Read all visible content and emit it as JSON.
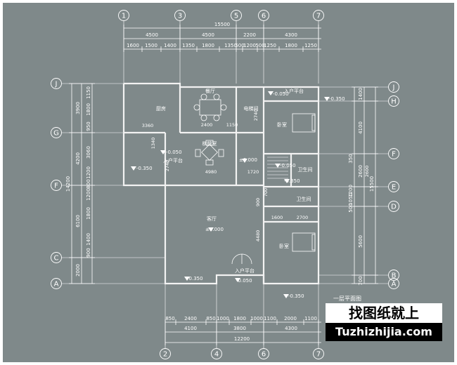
{
  "drawing": {
    "axes_top": [
      "1",
      "3",
      "5",
      "6",
      "7"
    ],
    "axes_bottom": [
      "2",
      "4",
      "6",
      "7"
    ],
    "axes_left": [
      "J",
      "G",
      "F",
      "C",
      "A"
    ],
    "axes_right": [
      "J",
      "H",
      "F",
      "E",
      "D",
      "B",
      "A"
    ],
    "dims_top_total": "15500",
    "dims_top_row2": [
      "4500",
      "4500",
      "2200",
      "4300"
    ],
    "dims_top_row3": [
      "1600",
      "1500",
      "1400",
      "1350",
      "1800",
      "1350",
      "500",
      "1200",
      "500",
      "1250",
      "1800",
      "1250"
    ],
    "dims_bottom_row1": [
      "850",
      "2400",
      "850",
      "1000",
      "1800",
      "1000",
      "1100",
      "2000",
      "1100"
    ],
    "dims_bottom_row2": [
      "4100",
      "3800",
      "4300"
    ],
    "dims_bottom_total": "12200",
    "dims_left_total": "14200",
    "dims_left_row2": [
      "3900",
      "4200",
      "6100",
      "2000"
    ],
    "dims_left_row3": [
      "1150",
      "1800",
      "950",
      "3060",
      "1200",
      "800",
      "1200",
      "1800",
      "1400",
      "900"
    ],
    "dims_right_total": "15500",
    "dims_right_row1": [
      "1400",
      "4100",
      "2600",
      "5600",
      "700"
    ],
    "dims_right_row2": [
      "350",
      "1200",
      "1050",
      "500"
    ],
    "rooms": {
      "kitchen": "厨房",
      "dining": "餐厅",
      "elevator": "电梯间",
      "mahjong": "棋牌室",
      "bedroom1": "卧室",
      "bathroom": "卫生间",
      "bathroom2": "卫生间",
      "living": "客厅",
      "bedroom2": "卧室",
      "entry_platform_top": "入户平台",
      "entry_platform_left": "入户平台",
      "entry_platform_bottom": "入户平台"
    },
    "levels": {
      "top_right": "-0.050",
      "far_right": "-0.350",
      "left": "-0.350",
      "left_inner": "-0.050",
      "mahjong": "±0.000",
      "living": "±0.000",
      "stair1": "-0.050",
      "stair2": "-0.350",
      "entry": "-0.050",
      "bottom_left": "-0.350",
      "bottom_right": "-0.350"
    },
    "room_dims": {
      "kitchen_w": "3360",
      "d2400a": "2400",
      "d1150": "1150",
      "d4980": "4980",
      "d1720": "1720",
      "d2740a": "2740",
      "d2740b": "2740",
      "d1600": "1600",
      "d2700": "2700",
      "d4480": "4480",
      "d900": "900",
      "d700": "700",
      "d1340": "1340",
      "d2600": "2600"
    },
    "plan_title": "一层平面图"
  },
  "watermark": {
    "cn": "找图纸就上",
    "url": "Tuzhizhijia.com"
  },
  "colors": {
    "background": "#7f898a",
    "lines": "#ffffff",
    "walls": "#f2f2f2"
  }
}
